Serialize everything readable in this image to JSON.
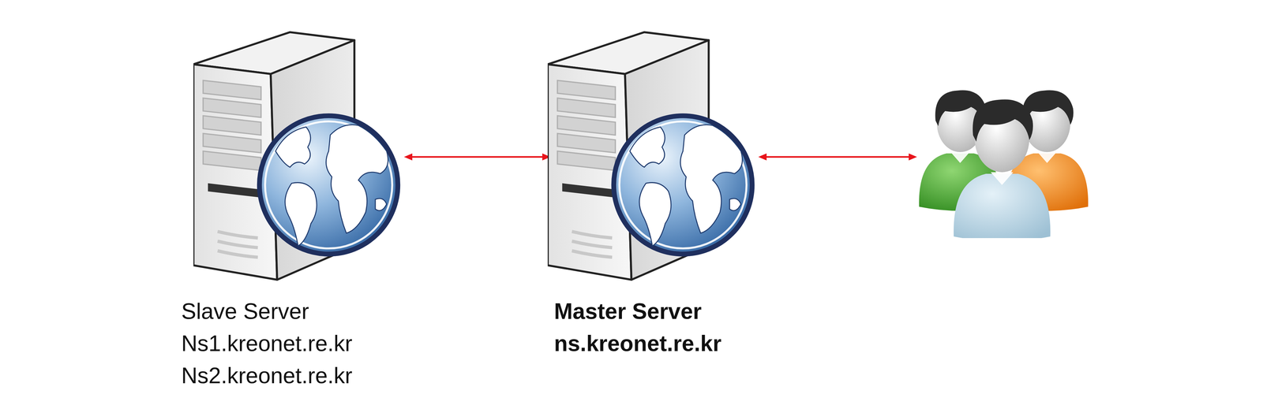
{
  "diagram": {
    "nodes": [
      {
        "text": [
          "Slave Server",
          "Ns1.kreonet.re.kr",
          "Ns2.kreonet.re.kr"
        ]
      },
      {
        "text": [
          "Master Server",
          "ns.kreonet.re.kr"
        ]
      },
      {
        "text": []
      }
    ],
    "edges": [
      {
        "from": 0,
        "to": 1,
        "arrow": "both"
      },
      {
        "from": 1,
        "to": 2,
        "arrow": "both"
      }
    ]
  }
}
